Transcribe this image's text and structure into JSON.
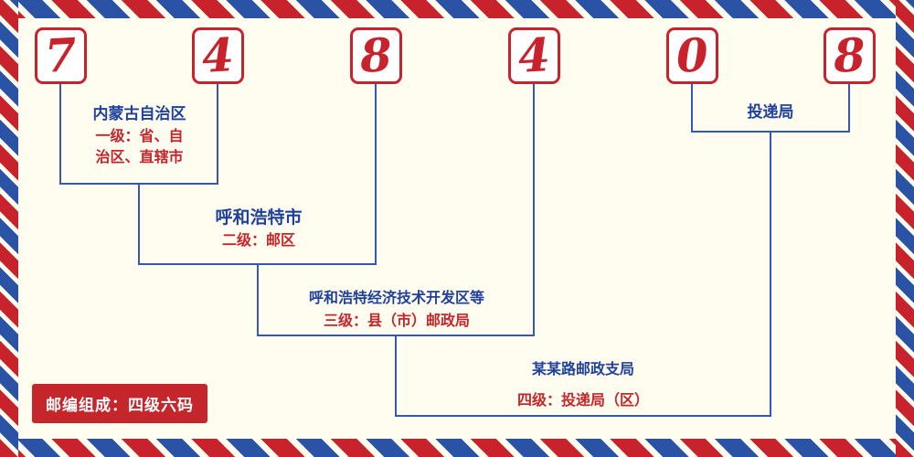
{
  "postal_code": {
    "digits": [
      "7",
      "4",
      "8",
      "4",
      "0",
      "8"
    ]
  },
  "levels": [
    {
      "name": "内蒙古自治区",
      "desc_line1": "一级：省、自",
      "desc_line2": "治区、直辖市"
    },
    {
      "name": "呼和浩特市",
      "desc": "二级：邮区"
    },
    {
      "name": "呼和浩特经济技术开发区等",
      "desc": "三级：县（市）邮政局"
    },
    {
      "name": "某某路邮政支局",
      "desc": "四级：投递局（区）"
    }
  ],
  "delivery_label": "投递局",
  "footer_badge": "邮编组成：四级六码",
  "colors": {
    "background": "#fffdf0",
    "digit_red": "#c8232c",
    "line_blue": "#3558b8",
    "label_blue": "#1f419b",
    "desc_red": "#c4262b",
    "badge_bg": "#c4262b",
    "stripe_blue": "#2a52a5"
  }
}
